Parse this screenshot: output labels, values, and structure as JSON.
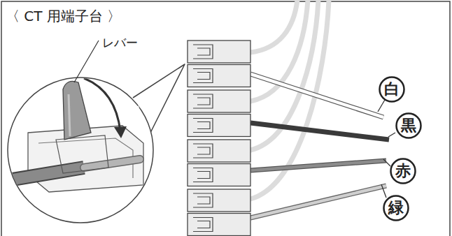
{
  "diagram": {
    "title": "〈 CT 用端子台 〉",
    "nodes": [
      {
        "text": [
          "白"
        ]
      },
      {
        "text": [
          "黒"
        ]
      },
      {
        "text": [
          "赤"
        ]
      },
      {
        "text": [
          "緑"
        ]
      }
    ],
    "labels": [
      "レバー"
    ]
  }
}
